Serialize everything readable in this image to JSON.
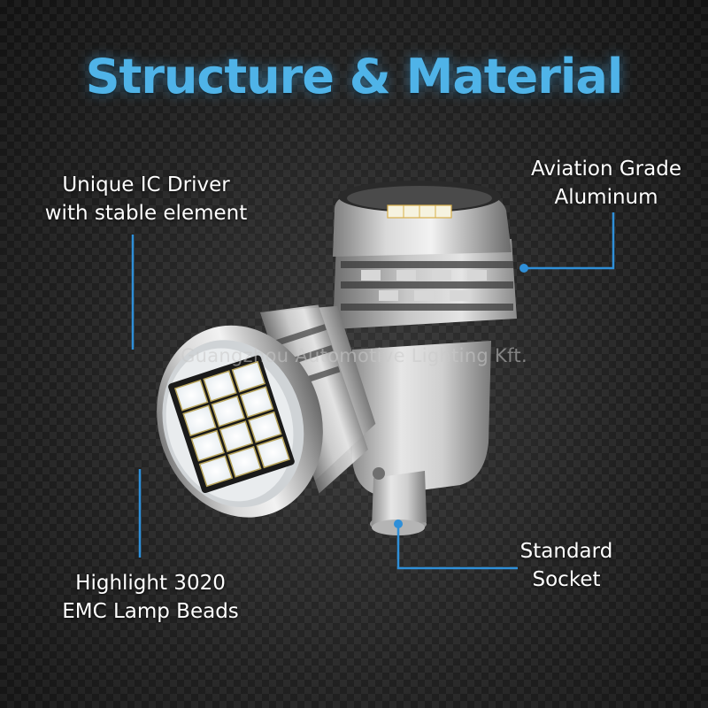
{
  "title": "Structure & Material",
  "callouts": {
    "ic_driver": {
      "line1": "Unique IC Driver",
      "line2": "with stable element"
    },
    "aluminum": {
      "line1": "Aviation Grade",
      "line2": "Aluminum"
    },
    "lamp_beads": {
      "line1": "Highlight 3020",
      "line2": "EMC Lamp Beads"
    },
    "socket": {
      "line1": "Standard",
      "line2": "Socket"
    }
  },
  "watermark": "Guangzhou Automotive Lighting Kft.",
  "colors": {
    "title_blue": "#4fb3e8",
    "callout_line": "#2f8fd8",
    "label_text": "#ffffff",
    "background": "#2a2a2a"
  }
}
